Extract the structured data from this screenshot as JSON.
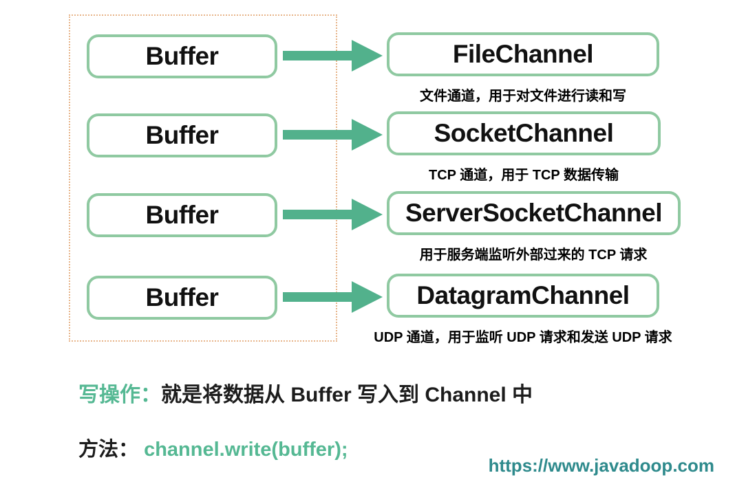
{
  "diagram": {
    "rows": [
      {
        "source": "Buffer",
        "target": "FileChannel",
        "caption": "文件通道，用于对文件进行读和写"
      },
      {
        "source": "Buffer",
        "target": "SocketChannel",
        "caption": "TCP 通道，用于 TCP 数据传输"
      },
      {
        "source": "Buffer",
        "target": "ServerSocketChannel",
        "caption": "用于服务端监听外部过来的 TCP 请求"
      },
      {
        "source": "Buffer",
        "target": "DatagramChannel",
        "caption": "UDP 通道，用于监听 UDP 请求和发送 UDP 请求"
      }
    ]
  },
  "notes": {
    "write_label": "写操作：",
    "write_text": "就是将数据从 Buffer 写入到 Channel 中",
    "method_label": "方法：",
    "method_code": "channel.write(buffer);"
  },
  "footer": {
    "url": "https://www.javadoop.com"
  },
  "colors": {
    "box_border_green": "#8fc9a1",
    "arrow_green": "#52b18c",
    "accent_green": "#55b893",
    "url_teal": "#2e8a8c",
    "outline_orange": "#e7b489",
    "text_black": "#111111"
  }
}
